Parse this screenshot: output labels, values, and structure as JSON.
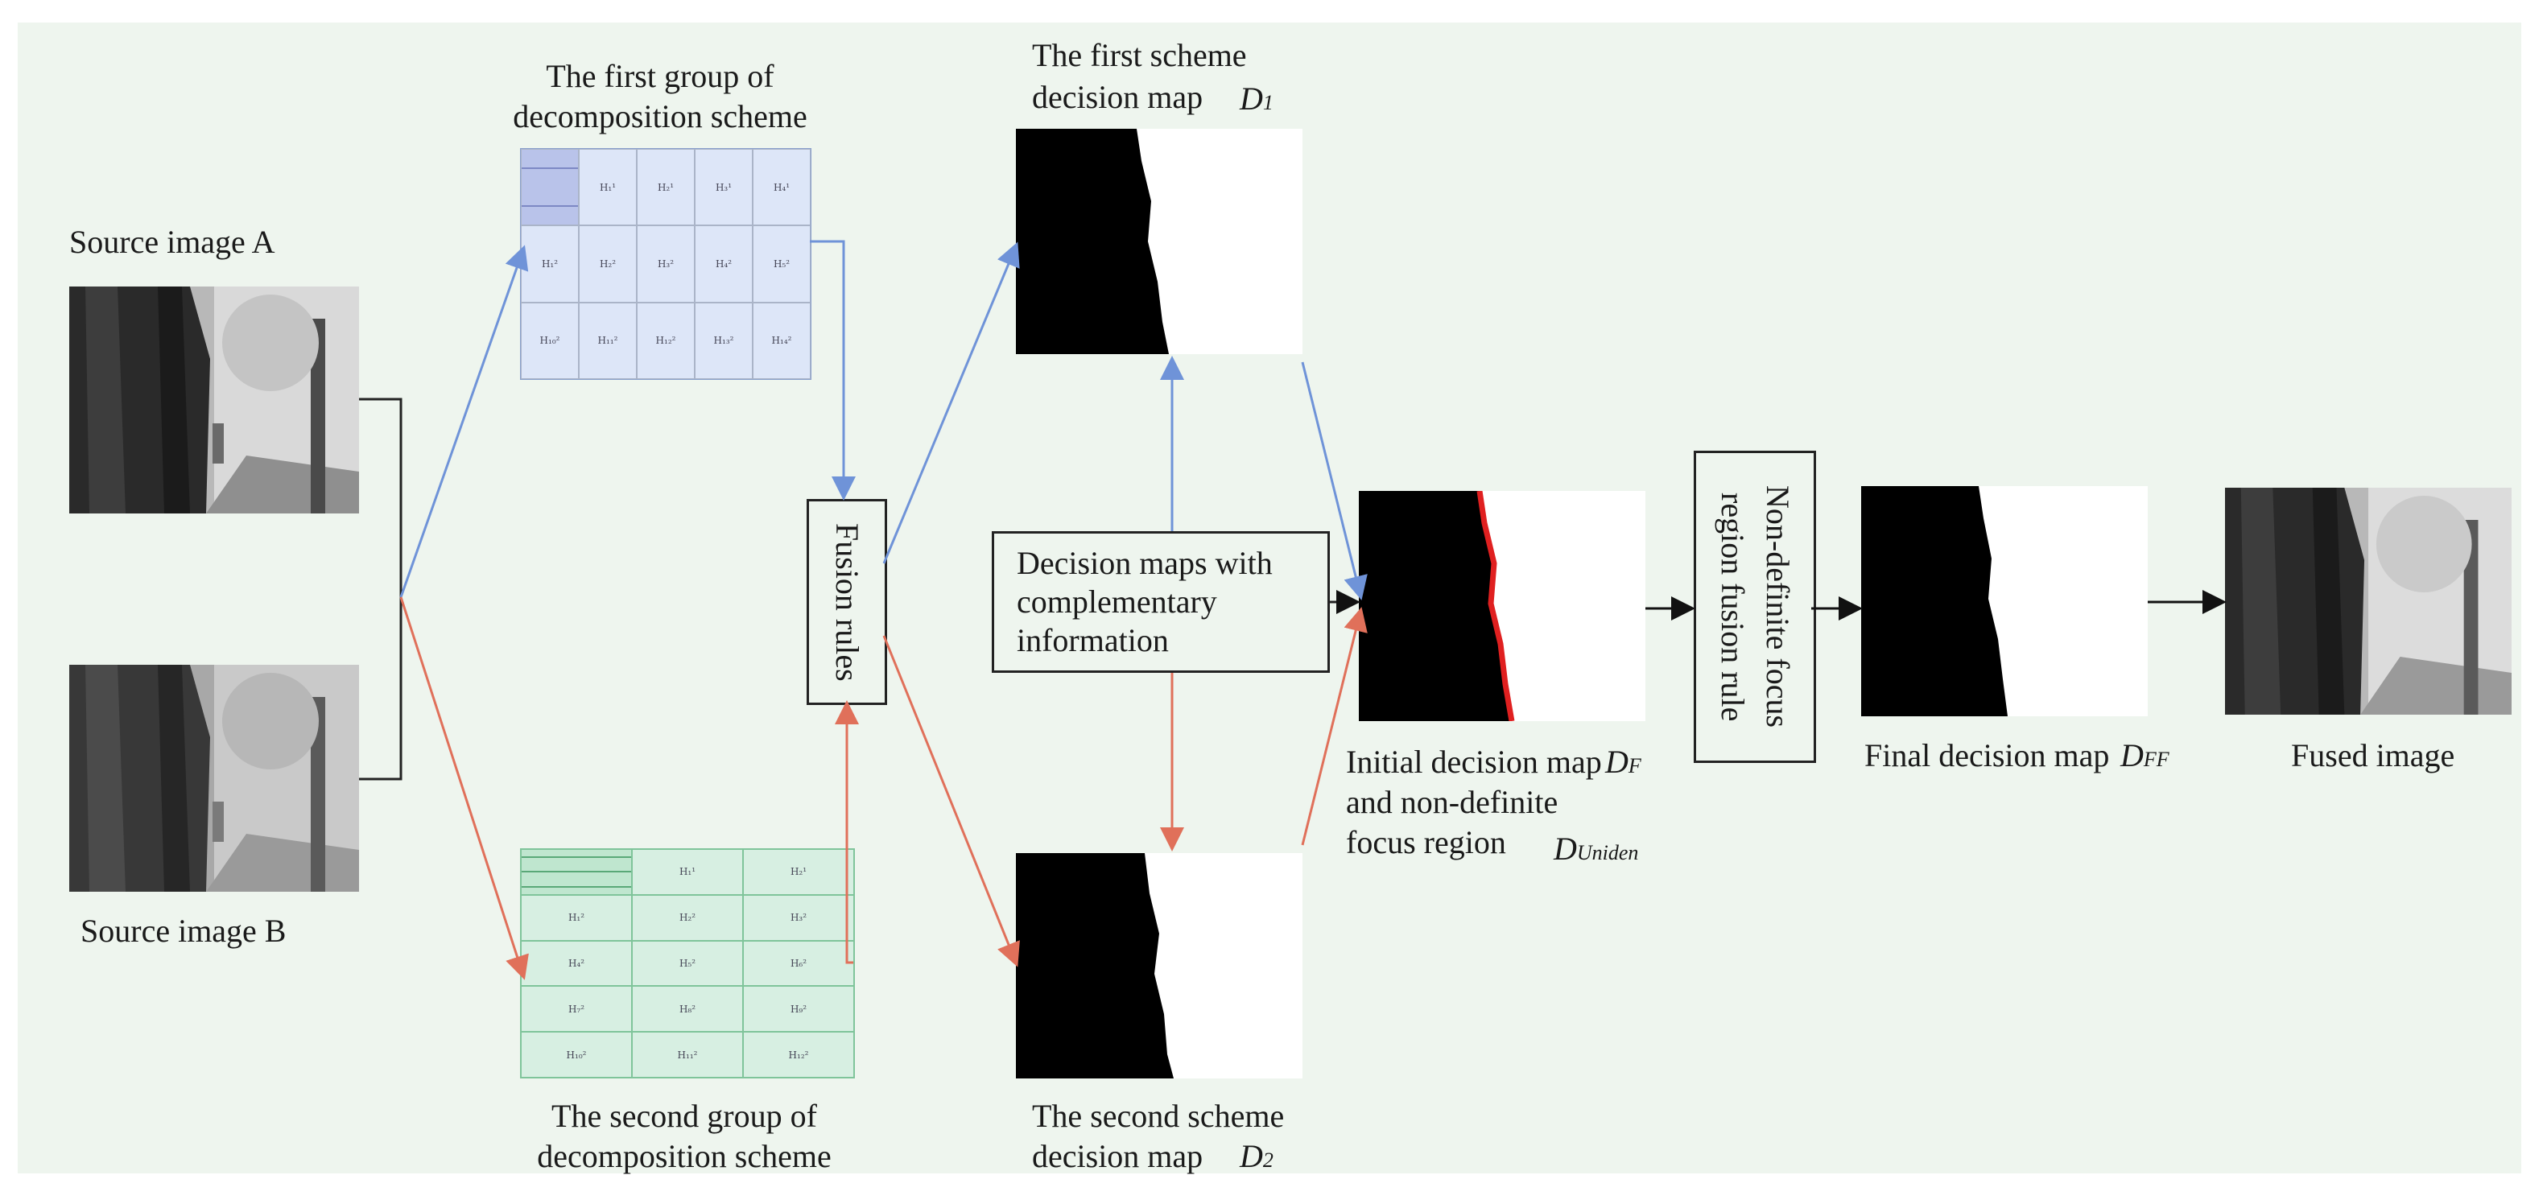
{
  "source_a": {
    "label": "Source image A"
  },
  "source_b": {
    "label": "Source image B"
  },
  "group1": {
    "title_line1": "The first group of",
    "title_line2": "decomposition scheme",
    "cells_row1": [
      "H₁¹",
      "H₂¹",
      "H₃¹",
      "H₄¹"
    ],
    "cells_row2": [
      "H₁²",
      "H₂²",
      "H₃²",
      "H₄²",
      "H₅²"
    ],
    "cells_row3": [
      "H₁₀²",
      "H₁₁²",
      "H₁₂²",
      "H₁₃²",
      "H₁₄²"
    ]
  },
  "group2": {
    "title_line1": "The second group of",
    "title_line2": "decomposition scheme",
    "cells_top": [
      "H₁¹",
      "H₂¹"
    ],
    "cells_rows": [
      [
        "H₁²",
        "H₂²",
        "H₃²"
      ],
      [
        "H₄²",
        "H₅²",
        "H₆²"
      ],
      [
        "H₇²",
        "H₈²",
        "H₉²"
      ],
      [
        "H₁₀²",
        "H₁₁²",
        "H₁₂²"
      ]
    ]
  },
  "fusion_rules": {
    "label": "Fusion rules"
  },
  "d1": {
    "line1": "The first scheme",
    "line2": "decision map",
    "symbol": "D",
    "subscript": "1"
  },
  "d2": {
    "line1": "The second scheme",
    "line2": "decision map",
    "symbol": "D",
    "subscript": "2"
  },
  "complementary": {
    "line1": "Decision maps with",
    "line2": "complementary",
    "line3": "information"
  },
  "initial": {
    "line1": "Initial decision map",
    "line2": "and  non-definite",
    "line3": "focus region",
    "symbol_f": "D",
    "sub_f": "F",
    "symbol_u": "D",
    "sub_u": "Uniden"
  },
  "nondefinite_rule": {
    "line1": "Non-definite focus",
    "line2": "region fusion rule"
  },
  "final": {
    "label": "Final  decision map",
    "symbol": "D",
    "subscript": "FF"
  },
  "fused": {
    "label": "Fused image"
  },
  "colors": {
    "blue_arrow": "#6f93d8",
    "red_arrow": "#e0705a",
    "panel_bg": "#eef5ee",
    "grid1": "#dde6f8",
    "grid2": "#d7efe2",
    "boundary": "#e02020"
  }
}
